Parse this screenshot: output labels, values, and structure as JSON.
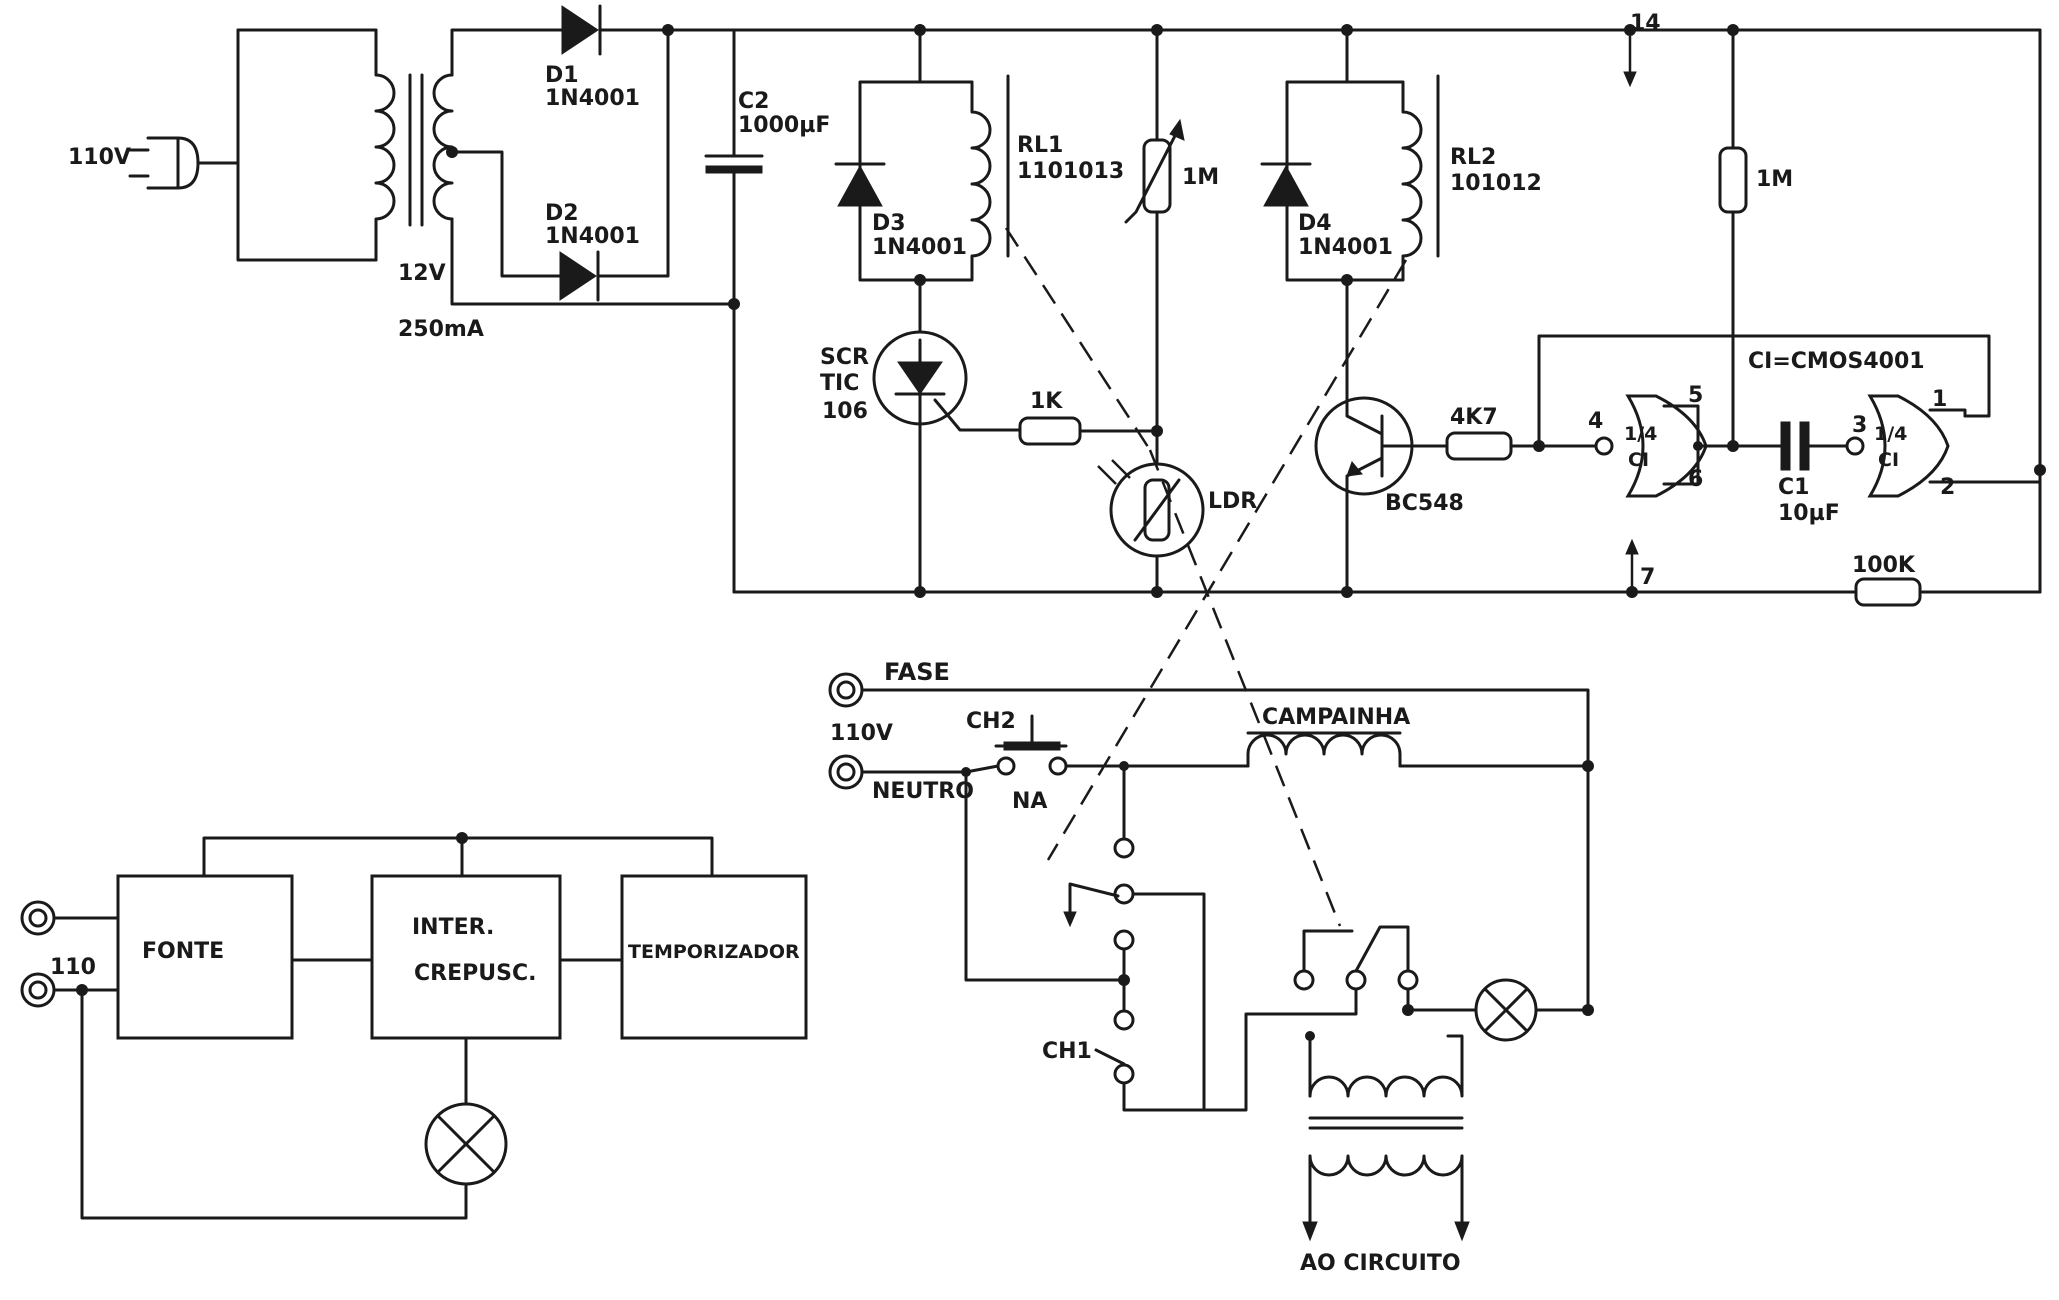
{
  "power": {
    "input": "110V",
    "transformer_rating": [
      "12V",
      "250mA"
    ]
  },
  "components": {
    "d1": [
      "D1",
      "1N4001"
    ],
    "d2": [
      "D2",
      "1N4001"
    ],
    "c2": [
      "C2",
      "1000µF"
    ],
    "d3": [
      "D3",
      "1N4001"
    ],
    "rl1": [
      "RL1",
      "1101013"
    ],
    "pot_1m": "1M",
    "d4": [
      "D4",
      "1N4001"
    ],
    "rl2": [
      "RL2",
      "101012"
    ],
    "r_1m": "1M",
    "scr": [
      "SCR",
      "TIC",
      "106"
    ],
    "r_1k": "1K",
    "ldr": "LDR",
    "bc548": "BC548",
    "r_4k7": "4K7",
    "ci_note": "CI=CMOS4001",
    "gate_a": {
      "label": [
        "1/4",
        "CI"
      ],
      "pins": [
        "4",
        "5",
        "6"
      ]
    },
    "gate_b": {
      "label": [
        "1/4",
        "CI"
      ],
      "pins": [
        "3",
        "1",
        "2"
      ]
    },
    "c1": [
      "C1",
      "10µF"
    ],
    "r_100k": "100K",
    "pin14": "14",
    "pin7": "7"
  },
  "mains_section": {
    "fase": "FASE",
    "voltage": "110V",
    "neutro": "NEUTRO",
    "ch2": "CH2",
    "na": "NA",
    "campainha": "CAMPAINHA",
    "ch1": "CH1",
    "output": "AO CIRCUITO"
  },
  "block_diagram": {
    "input": "110",
    "blocks": [
      [
        "FONTE"
      ],
      [
        "INTER.",
        "CREPUSC."
      ],
      [
        "TEMPORIZADOR"
      ]
    ]
  },
  "icons": [
    "plug-icon",
    "transformer-icon",
    "diode-icon",
    "capacitor-icon",
    "relay-coil-icon",
    "potentiometer-icon",
    "scr-icon",
    "resistor-icon",
    "ldr-icon",
    "transistor-icon",
    "nor-gate-icon",
    "lamp-icon",
    "terminal-icon",
    "switch-icon"
  ],
  "colors": {
    "ink": "#1a1a1a",
    "paper": "#ffffff"
  }
}
